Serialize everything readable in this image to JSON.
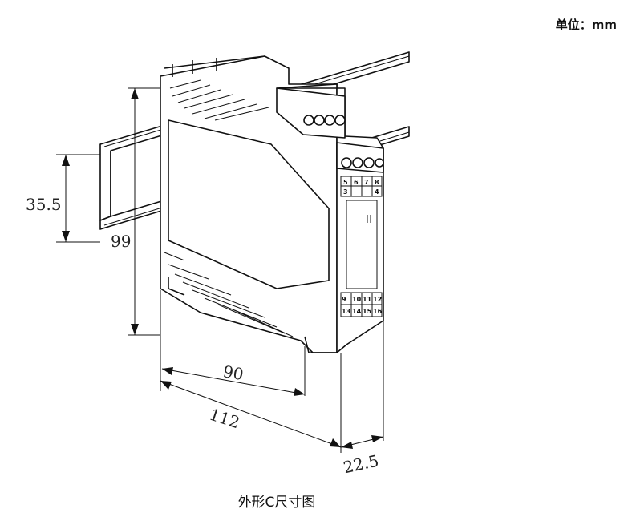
{
  "unit_label": "单位：mm",
  "caption": "外形C尺寸图",
  "dimensions": {
    "height_total": "99",
    "rail_height": "35.5",
    "depth_body": "90",
    "depth_total": "112",
    "width": "22.5"
  },
  "terminals_top_row": [
    "5",
    "6",
    "7",
    "8"
  ],
  "terminals_top_row2": [
    "3",
    "",
    "",
    "4"
  ],
  "terminals_bottom_row": [
    "9",
    "10",
    "11",
    "12"
  ],
  "terminals_bottom_row2": [
    "13",
    "14",
    "15",
    "16"
  ]
}
